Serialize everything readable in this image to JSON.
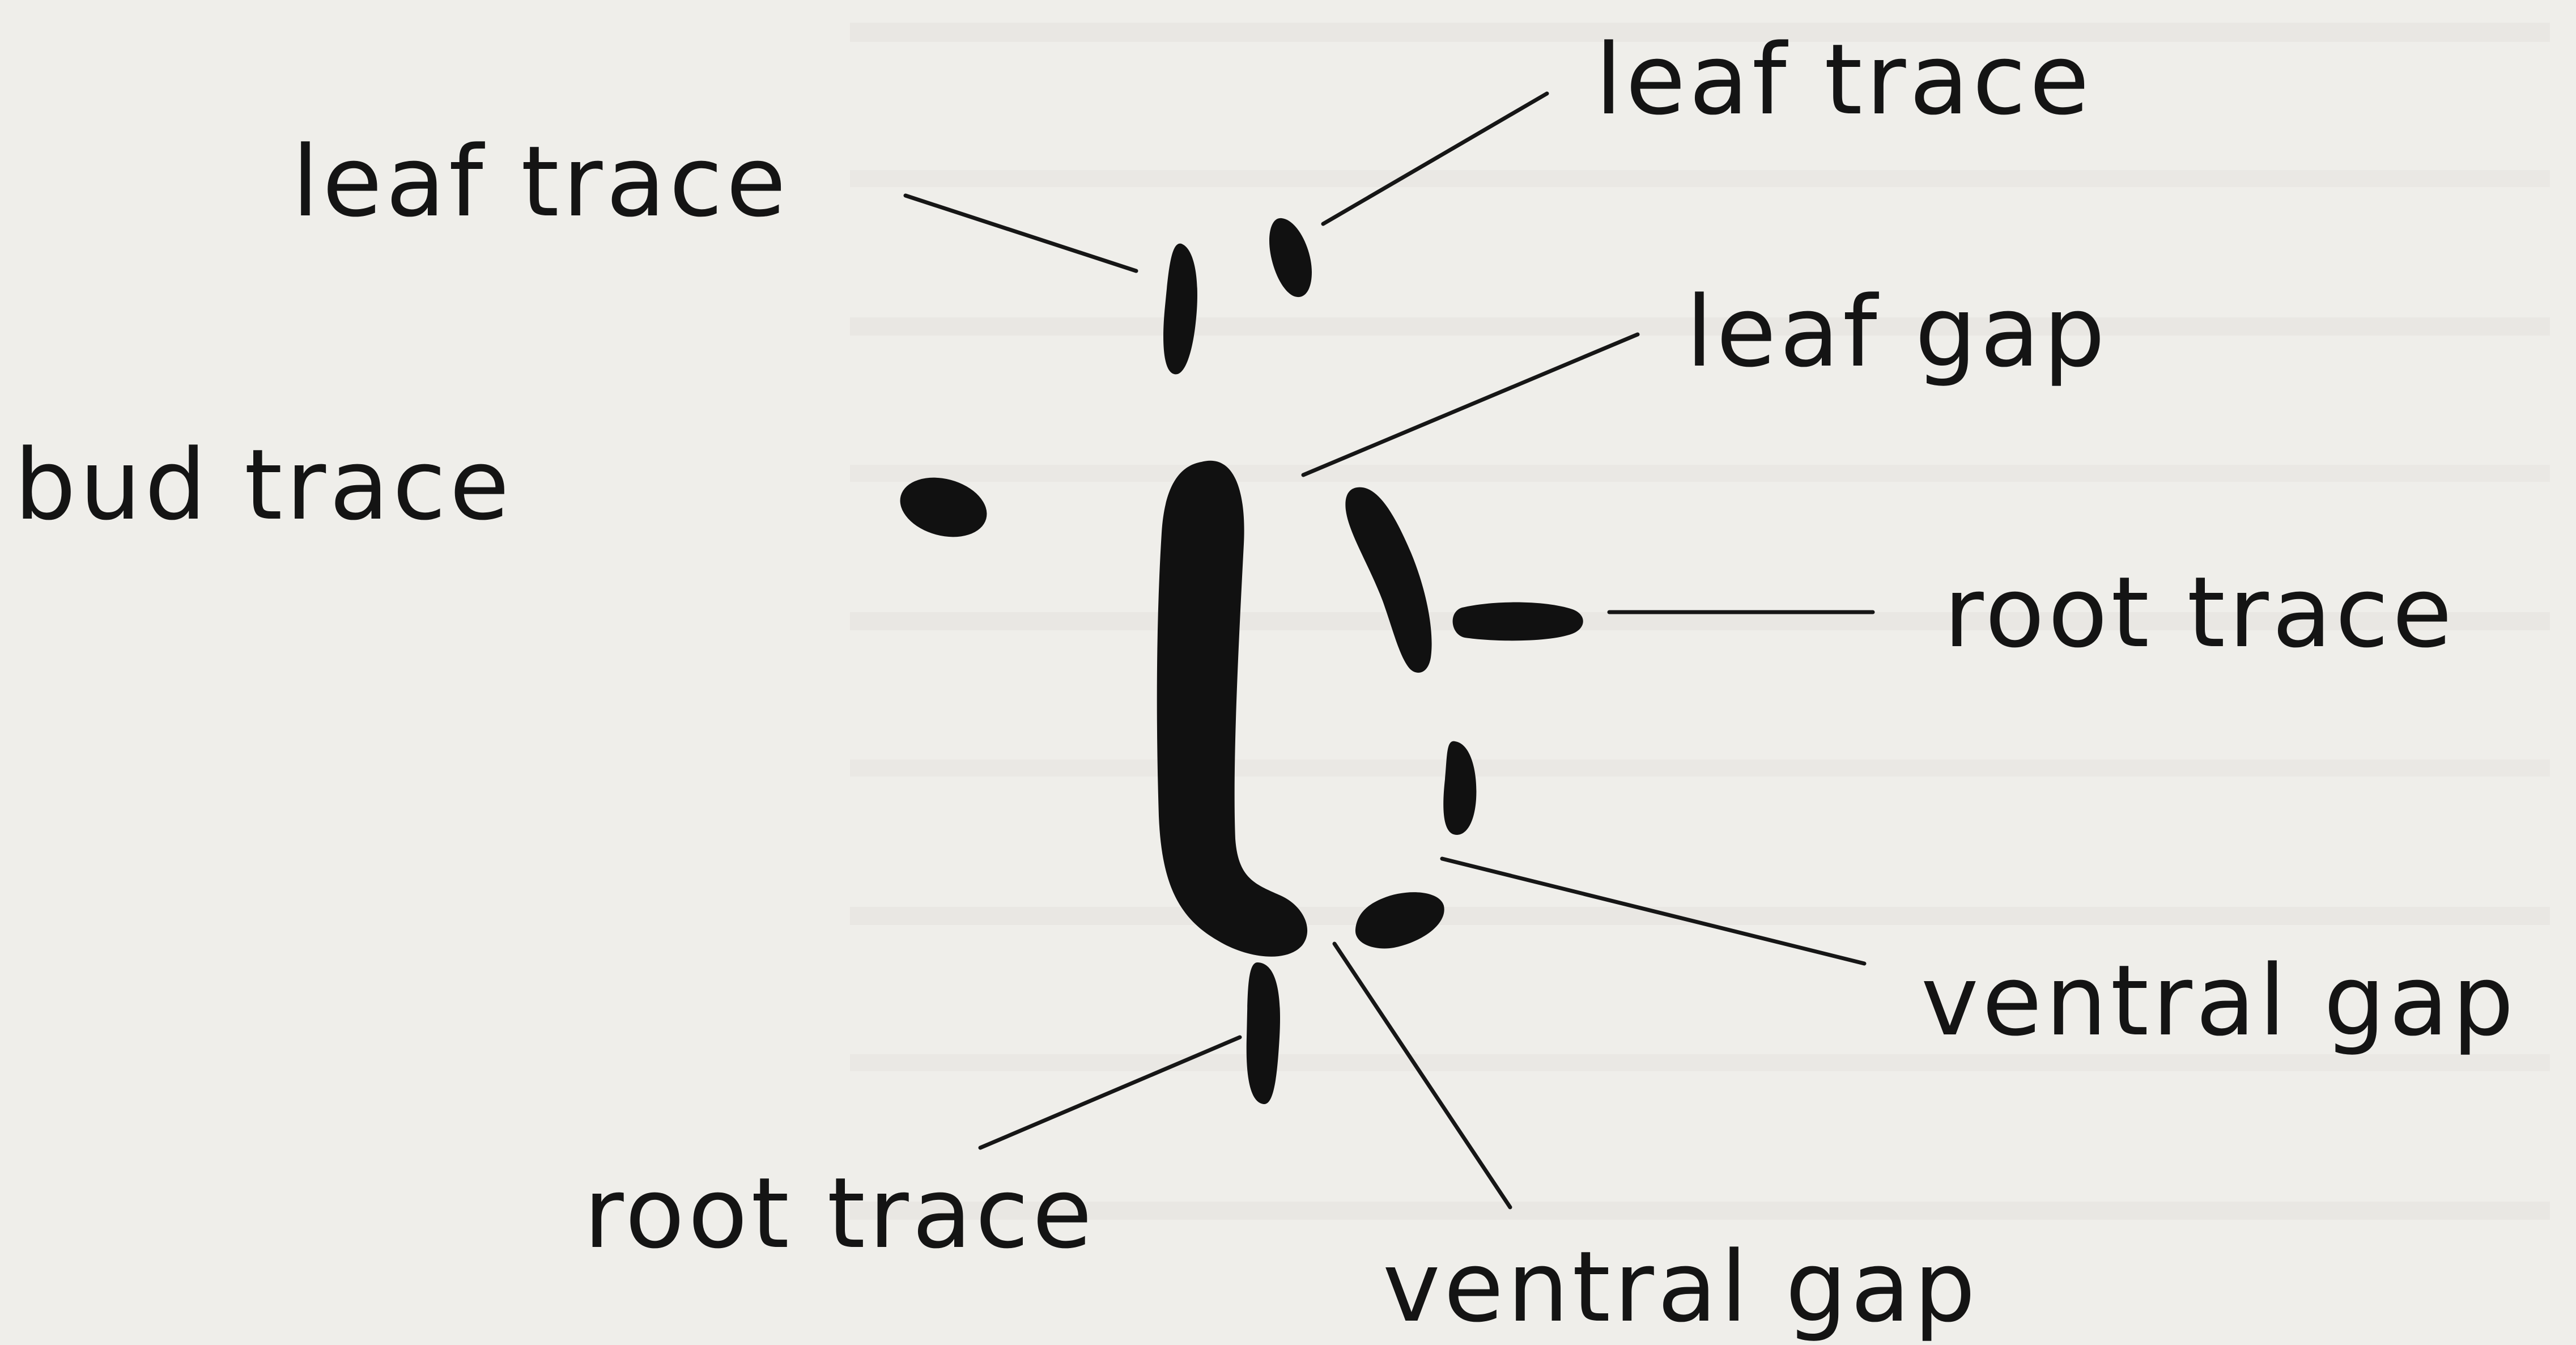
{
  "labels": {
    "leaf_trace_left": "leaf trace",
    "leaf_trace_right": "leaf trace",
    "leaf_gap": "leaf gap",
    "bud_trace": "bud trace",
    "root_trace_right": "root trace",
    "ventral_gap_right": "ventral gap",
    "root_trace_bottom": "root trace",
    "ventral_gap_bottom": "ventral gap"
  },
  "colors": {
    "background": "#efeeea",
    "ink": "#141414",
    "show_through_text": "#d9d7d1"
  }
}
